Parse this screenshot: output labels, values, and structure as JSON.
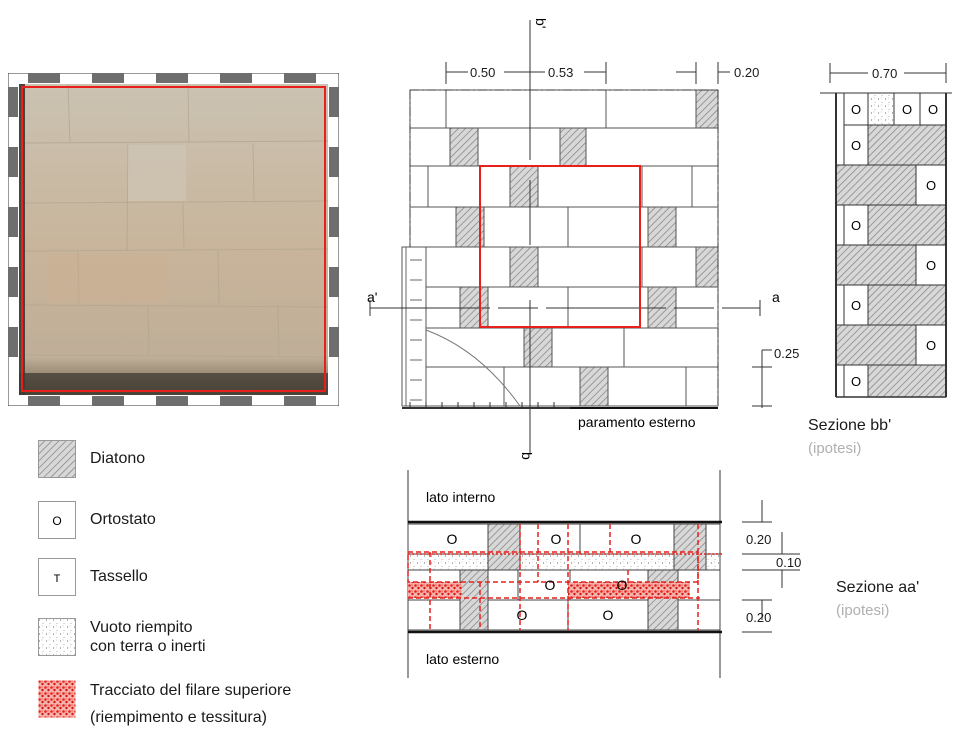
{
  "legend": {
    "items": [
      {
        "key": "diatono",
        "label": "Diatono"
      },
      {
        "key": "ortostato",
        "label": "Ortostato",
        "symbol": "O"
      },
      {
        "key": "tassello",
        "label": "Tassello",
        "symbol": "T"
      },
      {
        "key": "vuoto",
        "label_line1": "Vuoto riempito",
        "label_line2": "con terra o inerti"
      },
      {
        "key": "tracciato",
        "label_line1": "Tracciato del filare superiore",
        "label_line2": "(riempimento e tessitura)"
      }
    ]
  },
  "elevation": {
    "dims": {
      "d1": "0.50",
      "d2": "0.53",
      "d3": "0.20",
      "d4": "0.25"
    },
    "section_marks": {
      "b_top": "b'",
      "b_bottom": "b",
      "a_left": "a'",
      "a_right": "a"
    },
    "caption": "paramento esterno"
  },
  "section_bb": {
    "width_dim": "0.70",
    "title": "Sezione bb'",
    "subtitle": "(ipotesi)",
    "ortho_symbol": "O"
  },
  "section_aa": {
    "internal_label": "lato interno",
    "external_label": "lato esterno",
    "dims": {
      "top": "0.20",
      "mid": "0.10",
      "bottom": "0.20"
    },
    "title": "Sezione aa'",
    "subtitle": "(ipotesi)",
    "ortho_symbol": "O"
  },
  "colors": {
    "accent_red": "#e8201c",
    "hatch_gray": "#8a8a8a",
    "photo_stone": "#c4b6a2"
  }
}
